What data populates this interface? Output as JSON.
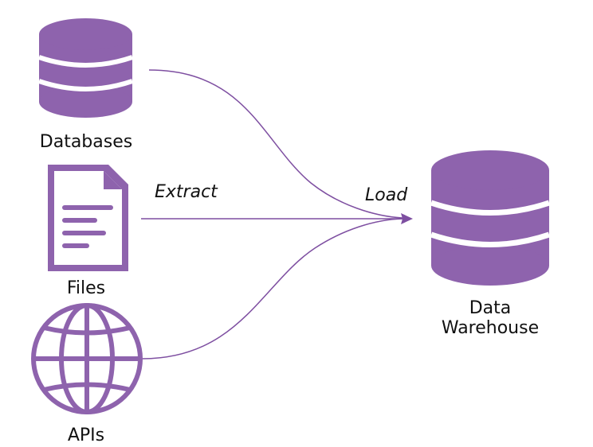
{
  "sources": [
    {
      "label": "Databases",
      "icon": "database-icon"
    },
    {
      "label": "Files",
      "icon": "document-icon"
    },
    {
      "label": "APIs",
      "icon": "globe-icon"
    }
  ],
  "target": {
    "label_line1": "Data",
    "label_line2": "Warehouse",
    "icon": "database-icon"
  },
  "flow": {
    "extract_label": "Extract",
    "load_label": "Load"
  },
  "colors": {
    "accent": "#8E63AD",
    "line": "#7E4FA1",
    "text": "#111111"
  }
}
